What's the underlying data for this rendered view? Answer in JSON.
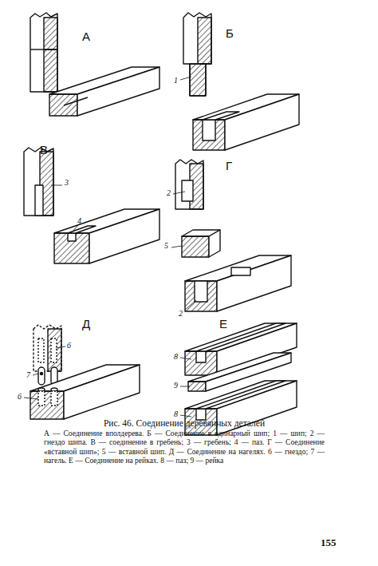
{
  "diagram": {
    "title": "Рис. 46. Соединение деревянных деталей",
    "caption": "А — Соединение вполдерева. Б — Соединение в одинарный шип; 1 — шип; 2 — гнездо шипа. В — соединение в гребень; 3 — гребень; 4 — паз. Г — Соединение «вставной шип»; 5 — вставной шип. Д — Соединение на нагелях. 6 — гнездо; 7 — нагель. Е — Соединение на рейках. 8 — паз; 9 — рейка",
    "labels": [
      "А",
      "Б",
      "1",
      "В",
      "3",
      "4",
      "Г",
      "2",
      "5",
      "2",
      "Д",
      "6",
      "7",
      "6",
      "Е",
      "8",
      "9",
      "8",
      "155"
    ]
  }
}
